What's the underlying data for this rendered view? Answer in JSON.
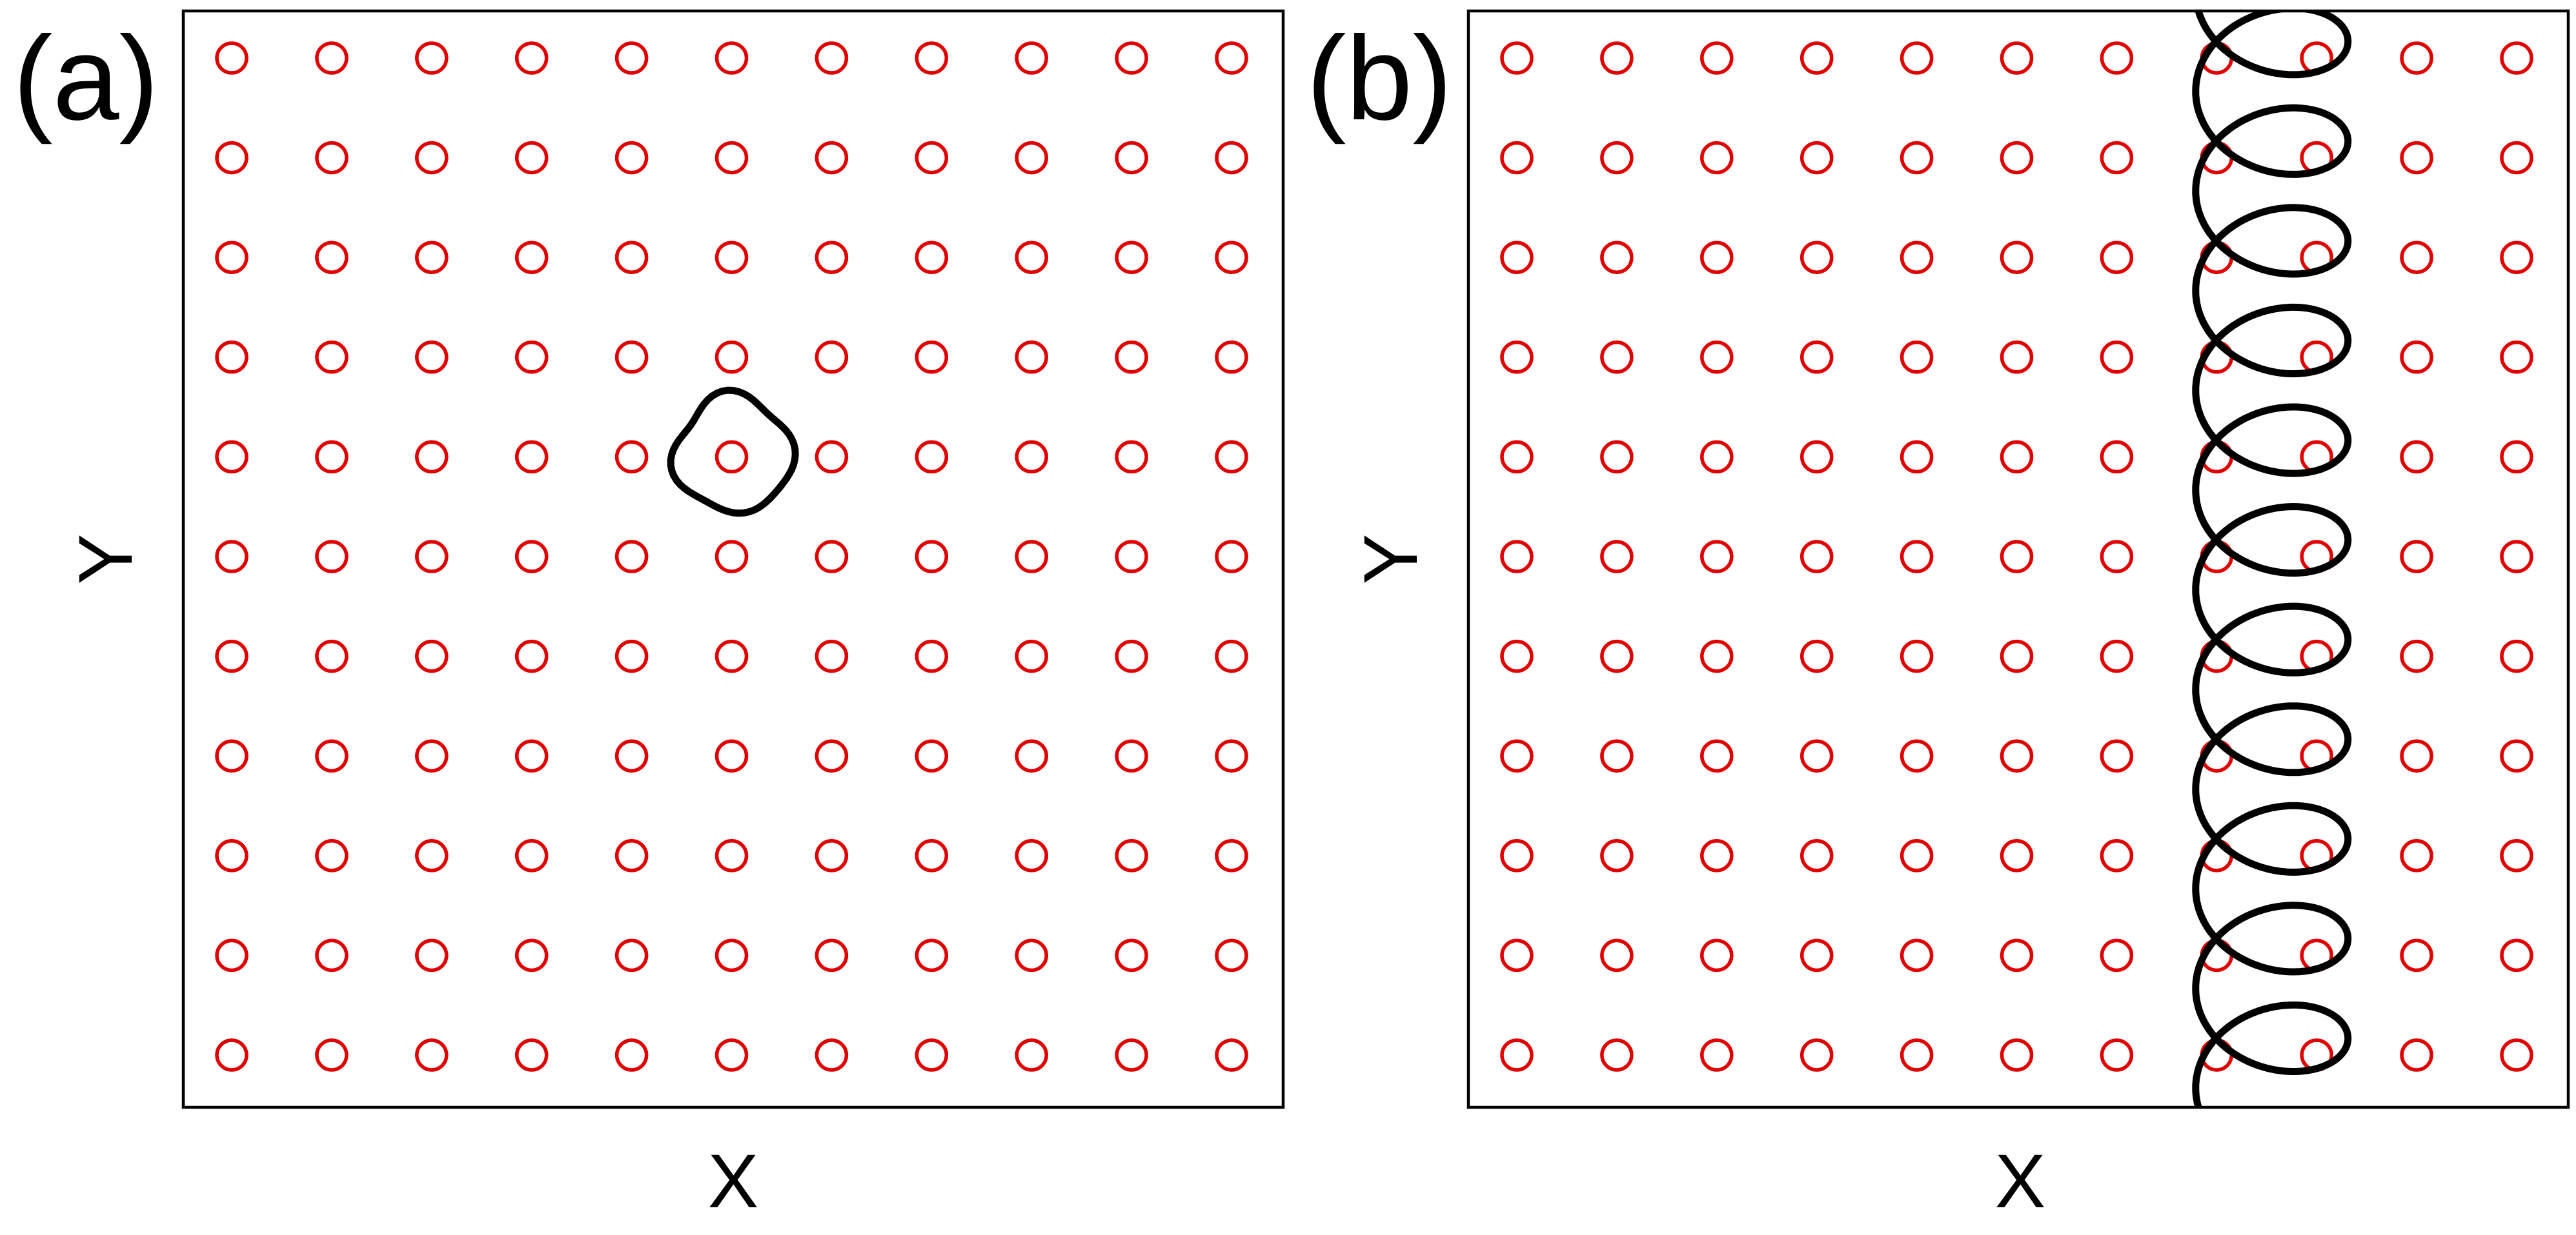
{
  "figure": {
    "panels": [
      {
        "id": "a",
        "label": "(a)",
        "xlabel": "X",
        "ylabel": "Y",
        "lattice": {
          "columns": 11,
          "rows": 11,
          "site_color": "#e00000",
          "site_shape": "open-circle"
        },
        "trajectory": {
          "color": "#000000",
          "shape": "closed-loop",
          "around_site": {
            "col": 5,
            "row": 4
          }
        }
      },
      {
        "id": "b",
        "label": "(b)",
        "xlabel": "X",
        "ylabel": "Y",
        "lattice": {
          "columns": 11,
          "rows": 11,
          "site_color": "#e00000",
          "site_shape": "open-circle"
        },
        "trajectory": {
          "color": "#000000",
          "shape": "cycloidal-drift",
          "between_columns": [
            7,
            8
          ],
          "direction": "vertical"
        }
      }
    ]
  }
}
